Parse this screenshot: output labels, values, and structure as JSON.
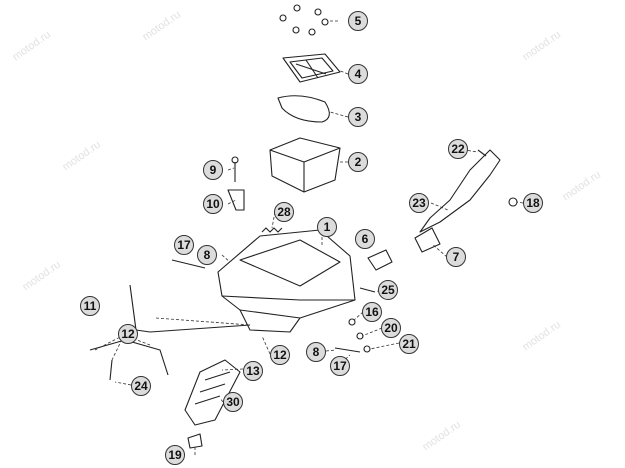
{
  "watermark": "motod.ru",
  "callouts": [
    "1",
    "2",
    "3",
    "4",
    "5",
    "6",
    "7",
    "8",
    "8",
    "9",
    "10",
    "11",
    "12",
    "12",
    "13",
    "16",
    "17",
    "17",
    "18",
    "19",
    "20",
    "21",
    "22",
    "23",
    "24",
    "25",
    "28",
    "30"
  ],
  "colors": {
    "line": "#222222",
    "callout_fill": "#dcdcdc",
    "watermark": "#e2e2e2"
  }
}
